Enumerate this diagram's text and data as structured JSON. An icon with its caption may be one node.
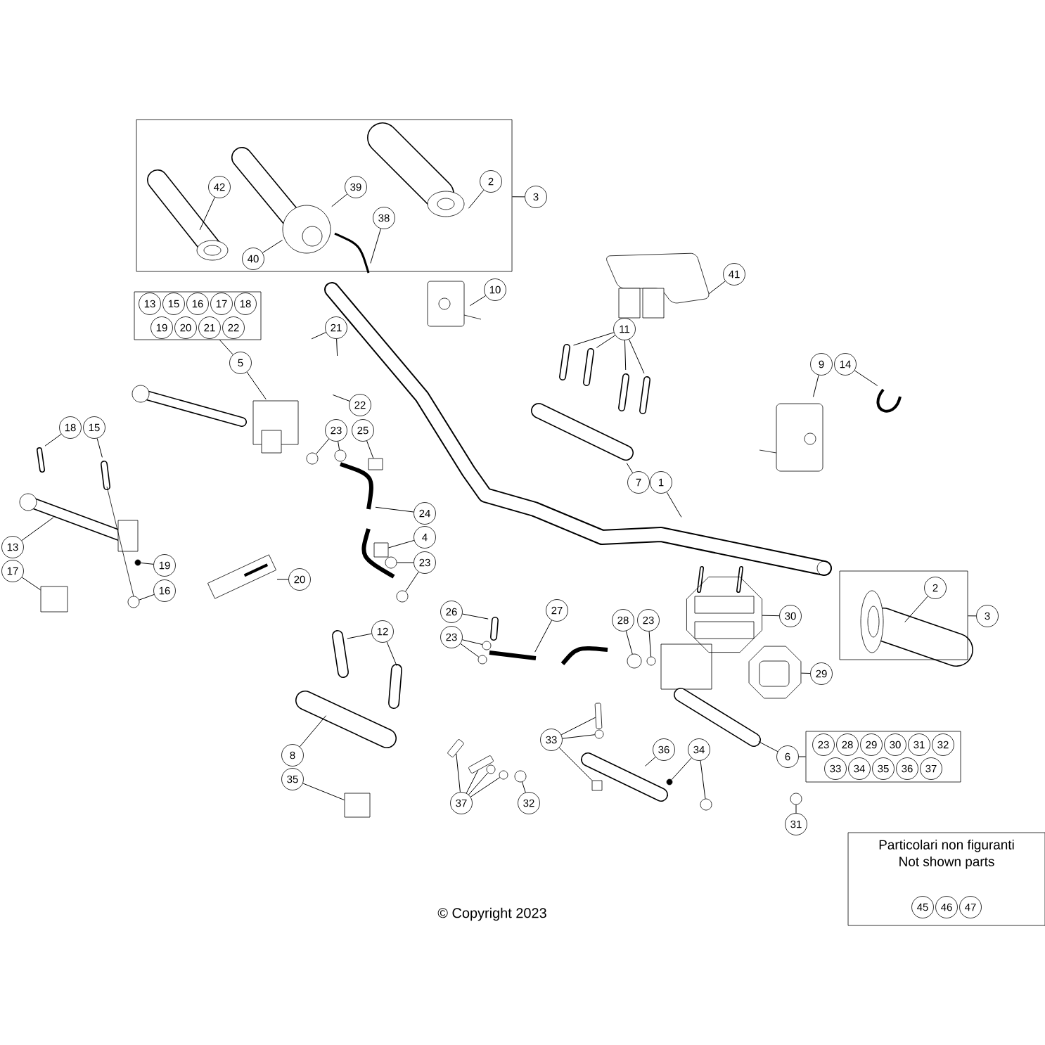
{
  "diagram": {
    "nodes": [
      {
        "text": [],
        "shape": "box"
      },
      {
        "text": [
          "42"
        ],
        "in": 0
      },
      {
        "text": [
          "39"
        ],
        "in": 0
      },
      {
        "text": [
          "38"
        ],
        "in": 0
      },
      {
        "text": [
          "2"
        ],
        "in": 0
      },
      {
        "text": [
          "40"
        ],
        "in": 0
      },
      {
        "text": [
          "3"
        ]
      },
      {
        "text": [
          "10"
        ]
      },
      {
        "text": [],
        "shape": "box"
      },
      {
        "text": [
          "13"
        ],
        "in": 8
      },
      {
        "text": [
          "15"
        ],
        "in": 8
      },
      {
        "text": [
          "16"
        ],
        "in": 8
      },
      {
        "text": [
          "17"
        ],
        "in": 8
      },
      {
        "text": [
          "18"
        ],
        "in": 8
      },
      {
        "text": [
          "19"
        ],
        "in": 8
      },
      {
        "text": [
          "20"
        ],
        "in": 8
      },
      {
        "text": [
          "21"
        ],
        "in": 8
      },
      {
        "text": [
          "22"
        ],
        "in": 8
      },
      {
        "text": [
          "5"
        ]
      },
      {
        "text": [
          "21"
        ]
      },
      {
        "text": [
          "22"
        ]
      },
      {
        "text": [
          "41"
        ]
      },
      {
        "text": [
          "11"
        ]
      },
      {
        "text": [
          "9"
        ]
      },
      {
        "text": [
          "14"
        ]
      },
      {
        "text": [
          "18"
        ]
      },
      {
        "text": [
          "15"
        ]
      },
      {
        "text": [
          "23"
        ]
      },
      {
        "text": [
          "25"
        ]
      },
      {
        "text": [
          "7"
        ]
      },
      {
        "text": [
          "1"
        ]
      },
      {
        "text": [
          "24"
        ]
      },
      {
        "text": [
          "4"
        ]
      },
      {
        "text": [
          "23"
        ]
      },
      {
        "text": [
          "13"
        ]
      },
      {
        "text": [
          "17"
        ]
      },
      {
        "text": [
          "19"
        ]
      },
      {
        "text": [
          "16"
        ]
      },
      {
        "text": [
          "20"
        ]
      },
      {
        "text": [],
        "shape": "octagon"
      },
      {
        "text": [
          "30"
        ]
      },
      {
        "text": [],
        "shape": "box"
      },
      {
        "text": [
          "2"
        ],
        "in": 41
      },
      {
        "text": [
          "3"
        ]
      },
      {
        "text": [
          "26"
        ]
      },
      {
        "text": [
          "27"
        ]
      },
      {
        "text": [
          "28"
        ]
      },
      {
        "text": [
          "23"
        ]
      },
      {
        "text": [
          "12"
        ]
      },
      {
        "text": [
          "23"
        ]
      },
      {
        "text": [],
        "shape": "octagon"
      },
      {
        "text": [
          "29"
        ]
      },
      {
        "text": [
          "33"
        ]
      },
      {
        "text": [
          "36"
        ]
      },
      {
        "text": [
          "34"
        ]
      },
      {
        "text": [
          "8"
        ]
      },
      {
        "text": [
          "6"
        ]
      },
      {
        "text": [],
        "shape": "box"
      },
      {
        "text": [
          "23"
        ],
        "in": 57
      },
      {
        "text": [
          "28"
        ],
        "in": 57
      },
      {
        "text": [
          "29"
        ],
        "in": 57
      },
      {
        "text": [
          "30"
        ],
        "in": 57
      },
      {
        "text": [
          "31"
        ],
        "in": 57
      },
      {
        "text": [
          "32"
        ],
        "in": 57
      },
      {
        "text": [
          "33"
        ],
        "in": 57
      },
      {
        "text": [
          "34"
        ],
        "in": 57
      },
      {
        "text": [
          "35"
        ],
        "in": 57
      },
      {
        "text": [
          "36"
        ],
        "in": 57
      },
      {
        "text": [
          "37"
        ],
        "in": 57
      },
      {
        "text": [
          "35"
        ]
      },
      {
        "text": [
          "37"
        ]
      },
      {
        "text": [
          "32"
        ]
      },
      {
        "text": [
          "31"
        ]
      },
      {
        "text": [
          "Particolari non figuranti",
          "Not shown parts"
        ]
      },
      {
        "text": [
          "45"
        ],
        "in": 73
      },
      {
        "text": [
          "46"
        ],
        "in": 73
      },
      {
        "text": [
          "47"
        ],
        "in": 73
      },
      {
        "text": [],
        "shape": "circle"
      },
      {
        "text": [],
        "shape": "circle"
      },
      {
        "text": [],
        "shape": "box"
      },
      {
        "text": [],
        "shape": "box"
      },
      {
        "text": [],
        "shape": "circle"
      },
      {
        "text": [],
        "shape": "circle"
      },
      {
        "text": [],
        "shape": "box"
      },
      {
        "text": [],
        "shape": "circle"
      },
      {
        "text": [],
        "shape": "circle"
      },
      {
        "text": [],
        "shape": "circle"
      },
      {
        "text": [],
        "shape": "circle"
      },
      {
        "text": [],
        "shape": "circle"
      },
      {
        "text": [],
        "shape": "circle"
      },
      {
        "text": [],
        "shape": "bar"
      },
      {
        "text": [],
        "shape": "circle"
      },
      {
        "text": [],
        "shape": "box"
      },
      {
        "text": [],
        "shape": "circle"
      },
      {
        "text": [],
        "shape": "circle"
      },
      {
        "text": [],
        "shape": "box"
      },
      {
        "text": [],
        "shape": "circle"
      },
      {
        "text": [],
        "shape": "bar"
      },
      {
        "text": [],
        "shape": "bar"
      },
      {
        "text": [],
        "shape": "circle"
      },
      {
        "text": [],
        "shape": "circle"
      },
      {
        "text": [],
        "shape": "circle"
      }
    ],
    "edges": [
      {
        "from": 1,
        "to": null,
        "arrow": "none"
      },
      {
        "from": 2,
        "to": null,
        "arrow": "none"
      },
      {
        "from": 3,
        "to": null,
        "arrow": "none"
      },
      {
        "from": 4,
        "to": null,
        "arrow": "none"
      },
      {
        "from": 5,
        "to": null,
        "arrow": "none"
      },
      {
        "from": 6,
        "to": 0,
        "arrow": "none"
      },
      {
        "from": 7,
        "to": null,
        "arrow": "none"
      },
      {
        "from": 18,
        "to": 8,
        "arrow": "none"
      },
      {
        "from": 18,
        "to": null,
        "arrow": "none"
      },
      {
        "from": 19,
        "to": null,
        "arrow": "none"
      },
      {
        "from": 19,
        "to": null,
        "arrow": "none"
      },
      {
        "from": 20,
        "to": null,
        "arrow": "none"
      },
      {
        "from": 21,
        "to": null,
        "arrow": "none"
      },
      {
        "from": 22,
        "to": null,
        "arrow": "none"
      },
      {
        "from": 22,
        "to": null,
        "arrow": "none"
      },
      {
        "from": 22,
        "to": null,
        "arrow": "none"
      },
      {
        "from": 22,
        "to": null,
        "arrow": "none"
      },
      {
        "from": 23,
        "to": null,
        "arrow": "none"
      },
      {
        "from": 24,
        "to": null,
        "arrow": "none"
      },
      {
        "from": 25,
        "to": null,
        "arrow": "none"
      },
      {
        "from": 26,
        "to": null,
        "arrow": "none"
      },
      {
        "from": 27,
        "to": 77,
        "arrow": "none"
      },
      {
        "from": 27,
        "to": 78,
        "arrow": "none"
      },
      {
        "from": 28,
        "to": 79,
        "arrow": "none"
      },
      {
        "from": 29,
        "to": null,
        "arrow": "none"
      },
      {
        "from": 30,
        "to": null,
        "arrow": "none"
      },
      {
        "from": 31,
        "to": null,
        "arrow": "none"
      },
      {
        "from": 32,
        "to": 80,
        "arrow": "none"
      },
      {
        "from": 33,
        "to": 81,
        "arrow": "none"
      },
      {
        "from": 33,
        "to": 82,
        "arrow": "none"
      },
      {
        "from": 34,
        "to": null,
        "arrow": "none"
      },
      {
        "from": 35,
        "to": 83,
        "arrow": "none"
      },
      {
        "from": 36,
        "to": 84,
        "arrow": "none"
      },
      {
        "from": 37,
        "to": 85,
        "arrow": "none"
      },
      {
        "from": 38,
        "to": null,
        "arrow": "none"
      },
      {
        "from": 40,
        "to": 39,
        "arrow": "none"
      },
      {
        "from": 42,
        "to": null,
        "arrow": "none"
      },
      {
        "from": 43,
        "to": 41,
        "arrow": "none"
      },
      {
        "from": 44,
        "to": null,
        "arrow": "none"
      },
      {
        "from": 45,
        "to": null,
        "arrow": "none"
      },
      {
        "from": 46,
        "to": 86,
        "arrow": "none"
      },
      {
        "from": 47,
        "to": 87,
        "arrow": "none"
      },
      {
        "from": 48,
        "to": null,
        "arrow": "none"
      },
      {
        "from": 48,
        "to": null,
        "arrow": "none"
      },
      {
        "from": 49,
        "to": 88,
        "arrow": "none"
      },
      {
        "from": 49,
        "to": 89,
        "arrow": "none"
      },
      {
        "from": 51,
        "to": 50,
        "arrow": "none"
      },
      {
        "from": 52,
        "to": 90,
        "arrow": "none"
      },
      {
        "from": 52,
        "to": 91,
        "arrow": "none"
      },
      {
        "from": 52,
        "to": 92,
        "arrow": "none"
      },
      {
        "from": 53,
        "to": null,
        "arrow": "none"
      },
      {
        "from": 54,
        "to": 93,
        "arrow": "none"
      },
      {
        "from": 54,
        "to": 94,
        "arrow": "none"
      },
      {
        "from": 55,
        "to": null,
        "arrow": "none"
      },
      {
        "from": 56,
        "to": 57,
        "arrow": "none"
      },
      {
        "from": 56,
        "to": null,
        "arrow": "none"
      },
      {
        "from": 69,
        "to": 95,
        "arrow": "none"
      },
      {
        "from": 70,
        "to": 97,
        "arrow": "none"
      },
      {
        "from": 70,
        "to": 98,
        "arrow": "none"
      },
      {
        "from": 70,
        "to": 96,
        "arrow": "none"
      },
      {
        "from": 70,
        "to": 99,
        "arrow": "none"
      },
      {
        "from": 71,
        "to": 100,
        "arrow": "none"
      },
      {
        "from": 72,
        "to": 101,
        "arrow": "none"
      }
    ],
    "labels": [
      "© Copyright 2023"
    ]
  }
}
